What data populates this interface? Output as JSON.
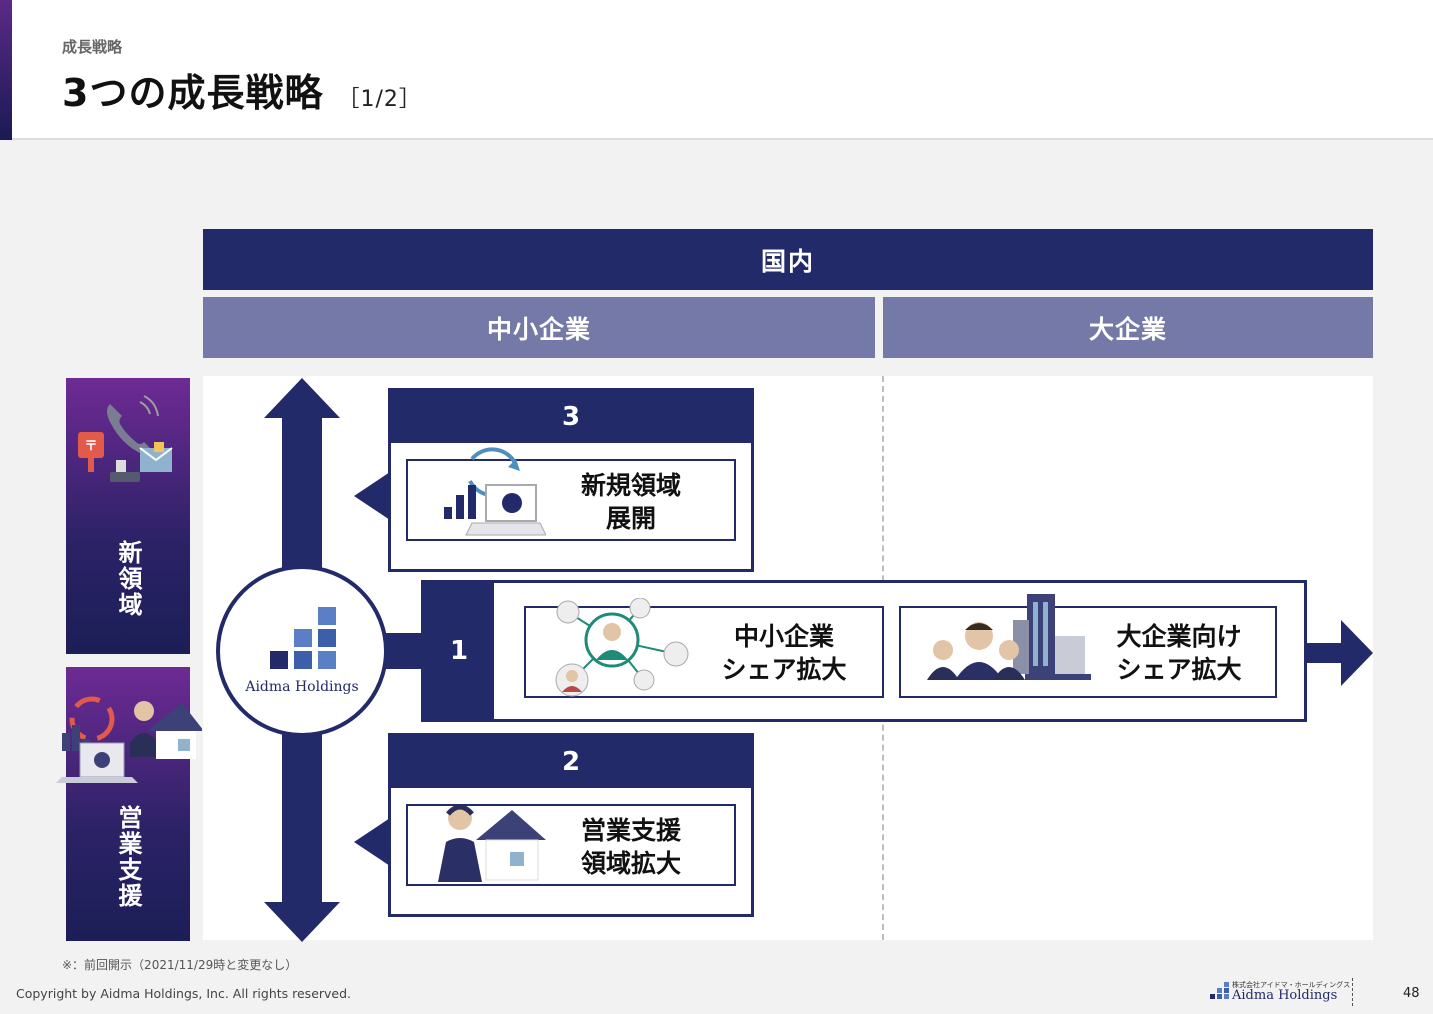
{
  "header": {
    "breadcrumb": "成長戦略",
    "title": "3つの成長戦略",
    "subtitle": "［1/2］"
  },
  "columns": {
    "domestic": "国内",
    "sme": "中小企業",
    "enterprise": "大企業"
  },
  "side_labels": {
    "new_domain": "新領域",
    "sales_support": "営業支援"
  },
  "center_logo": "Aidma Holdings",
  "strategies": {
    "s1": {
      "number": "1",
      "sme_label_line1": "中小企業",
      "sme_label_line2": "シェア拡大",
      "ent_label_line1": "大企業向け",
      "ent_label_line2": "シェア拡大"
    },
    "s2": {
      "number": "2",
      "label_line1": "営業支援",
      "label_line2": "領域拡大"
    },
    "s3": {
      "number": "3",
      "label_line1": "新規領域",
      "label_line2": "展開"
    }
  },
  "footer": {
    "note": "※：前回開示（2021/11/29時と変更なし）",
    "copyright": "Copyright by Aidma Holdings, Inc. All rights reserved.",
    "logo_sub": "株式会社アイドマ・ホールディングス",
    "logo_main": "Aidma Holdings",
    "page_number": "48"
  },
  "colors": {
    "navy": "#222a6a",
    "lavender": "#7479a8",
    "purple": "#6e2a94",
    "teal": "#1e8a78"
  }
}
